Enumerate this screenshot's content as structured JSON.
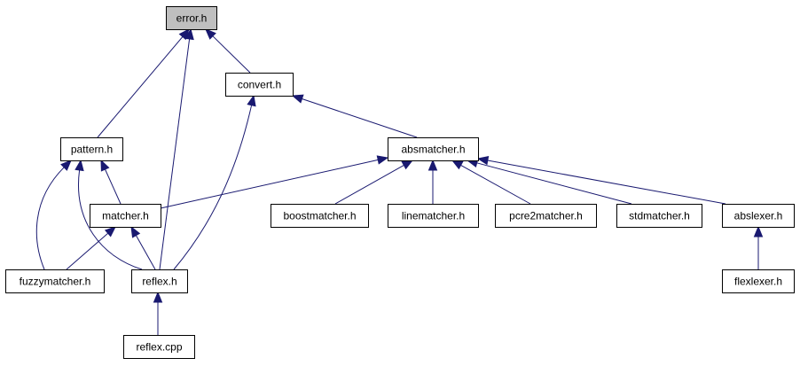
{
  "colors": {
    "edge": "#191970",
    "node_fill": "#ffffff",
    "highlight_fill": "#bfbfbf",
    "border": "#000000"
  },
  "nodes": [
    {
      "id": "error",
      "label": "error.h",
      "highlighted": true
    },
    {
      "id": "pattern",
      "label": "pattern.h"
    },
    {
      "id": "convert",
      "label": "convert.h"
    },
    {
      "id": "absmatcher",
      "label": "absmatcher.h"
    },
    {
      "id": "matcher",
      "label": "matcher.h"
    },
    {
      "id": "boostmatcher",
      "label": "boostmatcher.h"
    },
    {
      "id": "linematcher",
      "label": "linematcher.h"
    },
    {
      "id": "pcre2matcher",
      "label": "pcre2matcher.h"
    },
    {
      "id": "stdmatcher",
      "label": "stdmatcher.h"
    },
    {
      "id": "abslexer",
      "label": "abslexer.h"
    },
    {
      "id": "fuzzymatcher",
      "label": "fuzzymatcher.h"
    },
    {
      "id": "reflexh",
      "label": "reflex.h"
    },
    {
      "id": "flexlexer",
      "label": "flexlexer.h"
    },
    {
      "id": "reflexcpp",
      "label": "reflex.cpp"
    }
  ],
  "edges": [
    {
      "from": "pattern",
      "to": "error"
    },
    {
      "from": "reflexh",
      "to": "error"
    },
    {
      "from": "convert",
      "to": "error"
    },
    {
      "from": "absmatcher",
      "to": "convert"
    },
    {
      "from": "reflexh",
      "to": "convert"
    },
    {
      "from": "fuzzymatcher",
      "to": "pattern"
    },
    {
      "from": "matcher",
      "to": "pattern"
    },
    {
      "from": "reflexh",
      "to": "pattern"
    },
    {
      "from": "matcher",
      "to": "absmatcher"
    },
    {
      "from": "boostmatcher",
      "to": "absmatcher"
    },
    {
      "from": "linematcher",
      "to": "absmatcher"
    },
    {
      "from": "pcre2matcher",
      "to": "absmatcher"
    },
    {
      "from": "stdmatcher",
      "to": "absmatcher"
    },
    {
      "from": "abslexer",
      "to": "absmatcher"
    },
    {
      "from": "fuzzymatcher",
      "to": "matcher"
    },
    {
      "from": "reflexh",
      "to": "matcher"
    },
    {
      "from": "flexlexer",
      "to": "abslexer"
    },
    {
      "from": "reflexcpp",
      "to": "reflexh"
    }
  ]
}
